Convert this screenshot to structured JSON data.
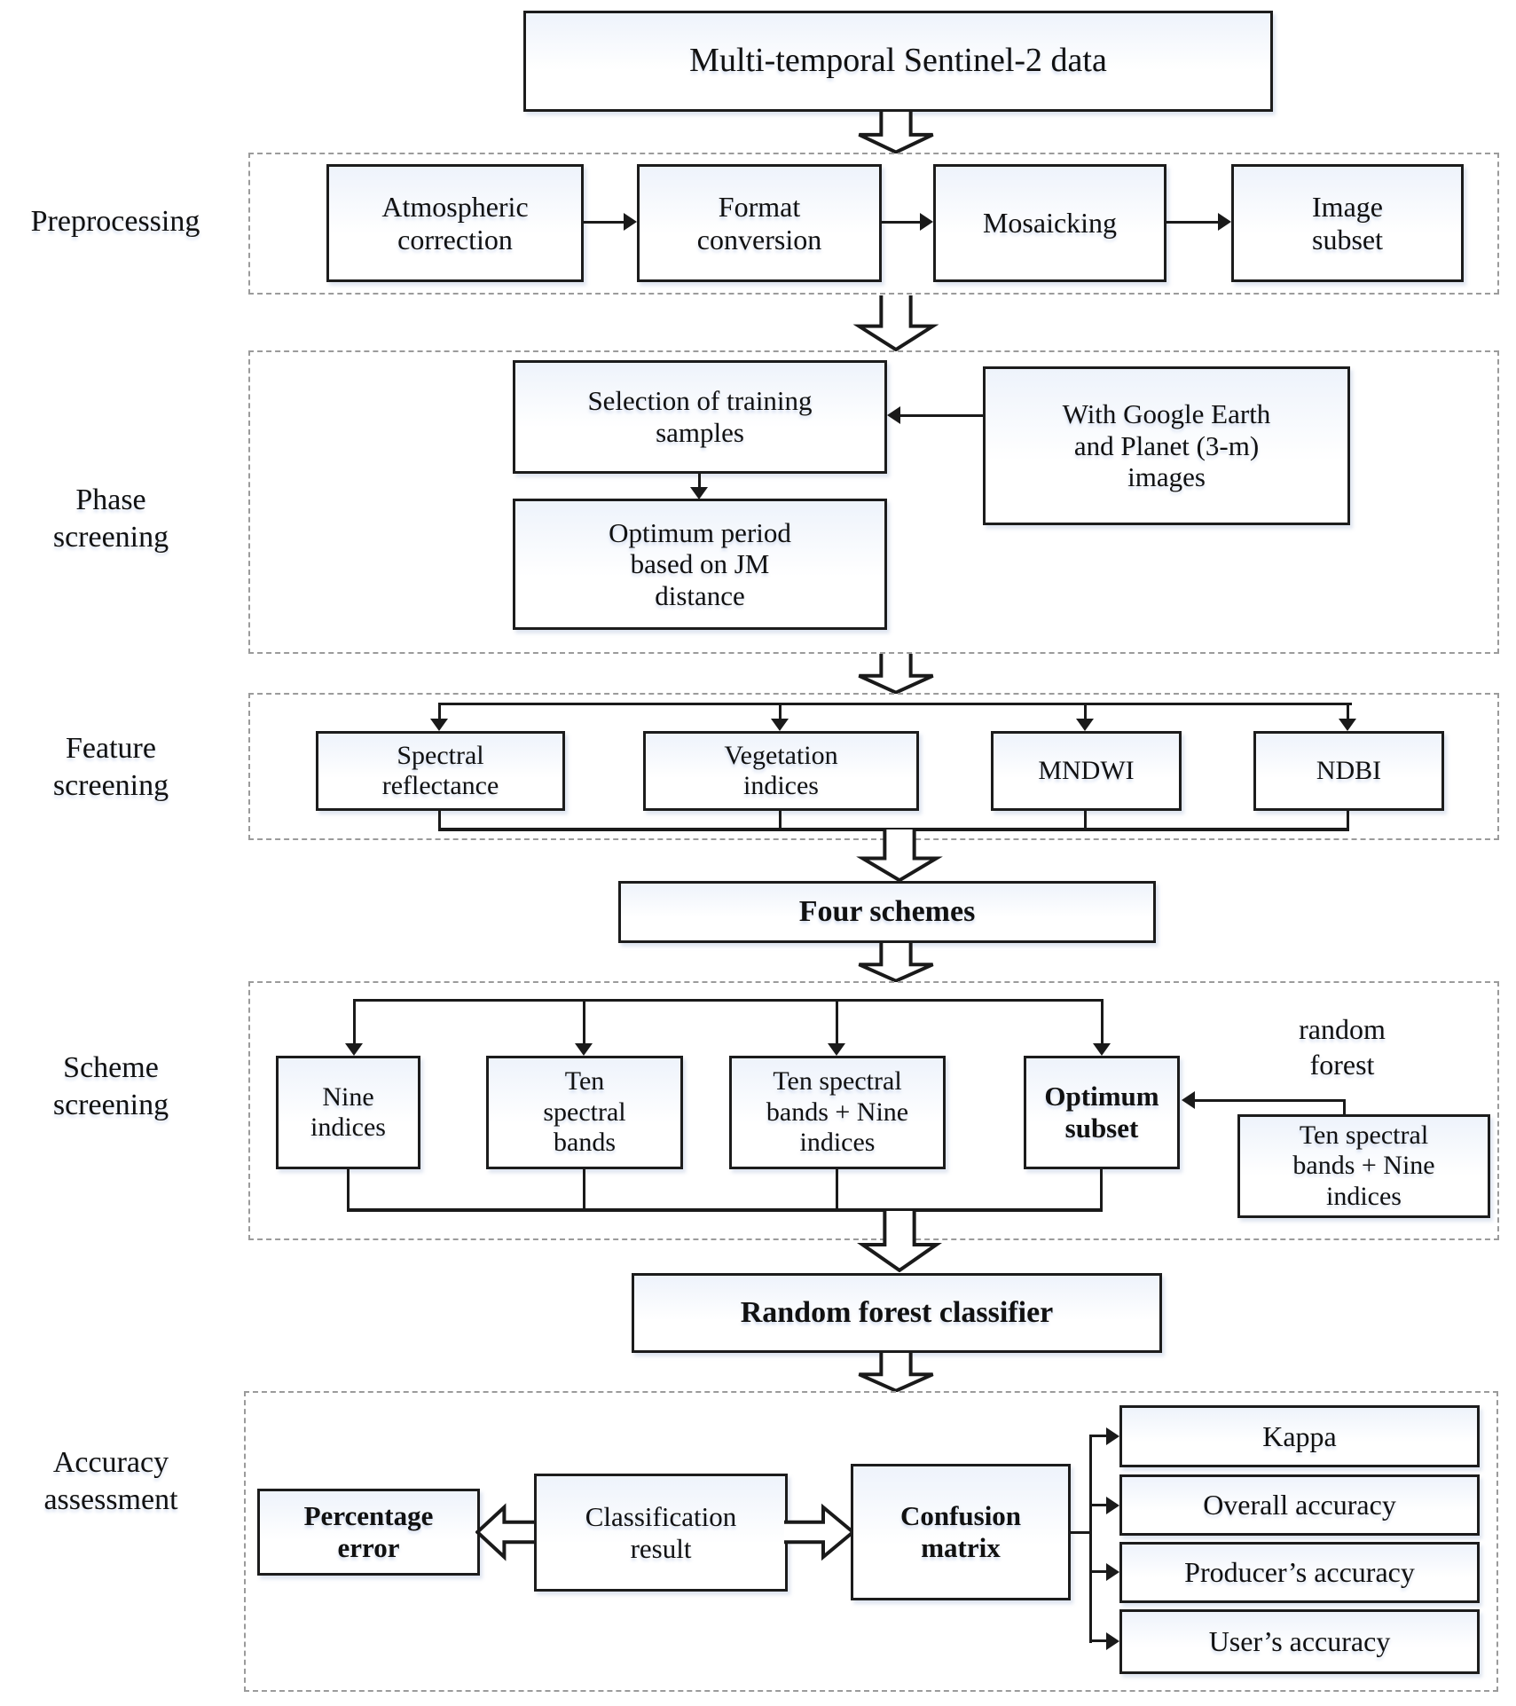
{
  "flowchart": {
    "top": "Multi-temporal Sentinel-2 data",
    "section_labels": [
      "Preprocessing",
      "Phase screening",
      "Feature screening",
      "Scheme screening",
      "Accuracy assessment"
    ],
    "preprocessing": {
      "steps": [
        "Atmospheric correction",
        "Format conversion",
        "Mosaicking",
        "Image subset"
      ]
    },
    "phase": {
      "selection": "Selection of training samples",
      "reference": "With Google Earth and Planet (3-m) images",
      "optimum": "Optimum period based on JM distance"
    },
    "feature": {
      "items": [
        "Spectral reflectance",
        "Vegetation indices",
        "MNDWI",
        "NDBI"
      ]
    },
    "four_schemes": "Four schemes",
    "scheme": {
      "items": [
        "Nine indices",
        "Ten spectral bands",
        "Ten spectral bands + Nine indices",
        "Optimum subset"
      ],
      "note": "random forest",
      "input_box": "Ten spectral bands + Nine indices"
    },
    "rf_classifier": "Random forest classifier",
    "accuracy": {
      "percentage_error": "Percentage error",
      "classification_result": "Classification result",
      "confusion_matrix": "Confusion matrix",
      "metrics": [
        "Kappa",
        "Overall accuracy",
        "Producer’s accuracy",
        "User’s accuracy"
      ]
    }
  },
  "colors": {
    "line": "#1a1a1a",
    "dashed_border": "#9b9b9b",
    "box_tint": "#eef3fb",
    "text": "#111111"
  }
}
